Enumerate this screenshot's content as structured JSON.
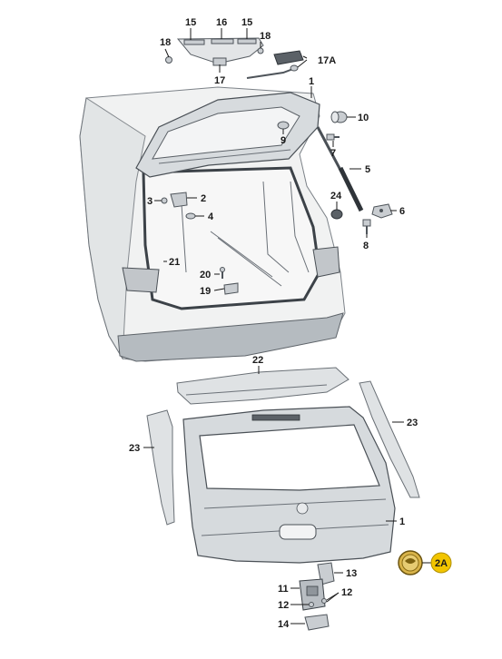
{
  "labels": {
    "c15a": "15",
    "c16": "16",
    "c15b": "15",
    "c18a": "18",
    "c18b": "18",
    "c17a": "17A",
    "c17": "17",
    "c1_top": "1",
    "c10": "10",
    "c9": "9",
    "c7": "7",
    "c5": "5",
    "c3": "3",
    "c2": "2",
    "c4": "4",
    "c24": "24",
    "c6": "6",
    "c8": "8",
    "c21": "21",
    "c20": "20",
    "c19": "19",
    "c22": "22",
    "c23_right": "23",
    "c23_left": "23",
    "c1_bottom": "1",
    "c2a": "2A",
    "c13": "13",
    "c11": "11",
    "c12a": "12",
    "c12b": "12",
    "c14": "14"
  },
  "colors": {
    "badge_fill": "#f2c500",
    "emblem_gold": "#d9b44a",
    "line": "#1a1a1a"
  },
  "icons": {
    "emblem": "brand-emblem-icon"
  }
}
